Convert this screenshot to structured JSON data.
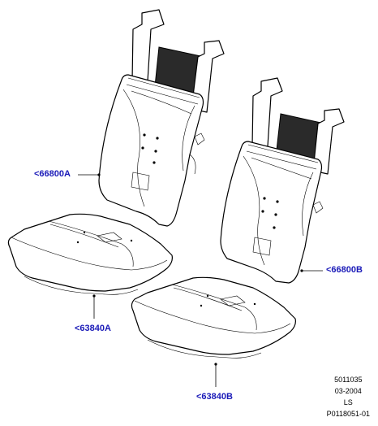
{
  "callouts": {
    "part_66800a": "<66800A",
    "part_66800b": "<66800B",
    "part_63840a": "<63840A",
    "part_63840b": "<63840B"
  },
  "meta": {
    "line1": "5011035",
    "line2": "03-2004",
    "line3": "LS",
    "line4": "P0118051-01"
  },
  "colors": {
    "callout": "#1a1ab8",
    "line": "#000000"
  }
}
